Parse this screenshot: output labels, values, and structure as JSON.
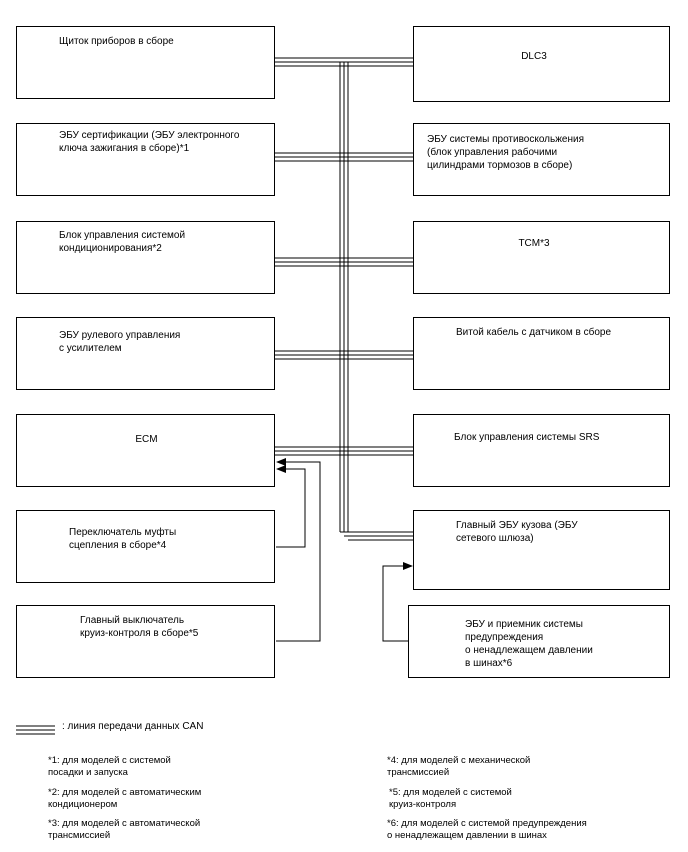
{
  "left_boxes": [
    {
      "id": "L1",
      "label": "Щиток приборов в сборе"
    },
    {
      "id": "L2",
      "label": "ЭБУ сертификации (ЭБУ электронного\nключа зажигания в сборе)*1"
    },
    {
      "id": "L3",
      "label": "Блок управления системой\nкондиционирования*2"
    },
    {
      "id": "L4",
      "label": "ЭБУ рулевого управления\nс усилителем"
    },
    {
      "id": "L5",
      "label": "ECM"
    },
    {
      "id": "L6",
      "label": "Переключатель муфты\nсцепления в сборе*4"
    },
    {
      "id": "L7",
      "label": "Главный выключатель\nкруиз-контроля в сборе*5"
    }
  ],
  "right_boxes": [
    {
      "id": "R1",
      "label": "DLC3"
    },
    {
      "id": "R2",
      "label": "ЭБУ системы противоскольжения\n(блок управления рабочими\nцилиндрами тормозов в сборе)"
    },
    {
      "id": "R3",
      "label": "TCM*3"
    },
    {
      "id": "R4",
      "label": "Витой кабель с датчиком в сборе"
    },
    {
      "id": "R5",
      "label": "Блок управления системы SRS"
    },
    {
      "id": "R6",
      "label": "Главный ЭБУ кузова (ЭБУ\nсетевого шлюза)"
    },
    {
      "id": "R7",
      "label": "ЭБУ и приемник системы\nпредупреждения\nо ненадлежащем давлении\nв шинах*6"
    }
  ],
  "legend": {
    "can_line": ": линия передачи данных CAN"
  },
  "notes": {
    "n1": "*1: для моделей с системой\nпосадки и запуска",
    "n2": "*2: для моделей с автоматическим\nкондиционером",
    "n3": "*3: для моделей с автоматической\nтрансмиссией",
    "n4": "*4: для моделей с механической\nтрансмиссией",
    "n5": "*5: для моделей с системой\nкруиз-контроля",
    "n6": "*6: для моделей с системой предупреждения\nо ненадлежащем давлении в шинах"
  }
}
